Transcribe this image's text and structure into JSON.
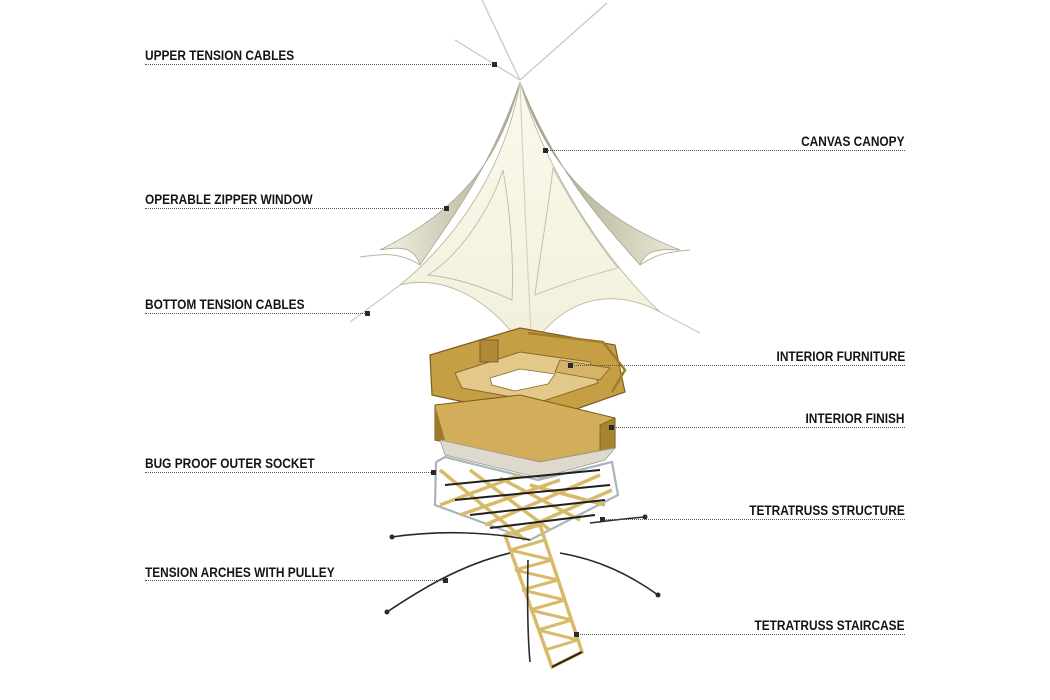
{
  "diagram": {
    "type": "exploded-axonometric",
    "subject": "Tree-house pavilion with canvas canopy on tetratruss base",
    "colors": {
      "canvas": "#f6f3e2",
      "canvas_shadow": "#a7a48e",
      "wood": "#c9a14a",
      "wood_dark": "#8c6b24",
      "wood_light": "#dfc07a",
      "socket": "#d6d3c8",
      "cable": "#2b2b2b",
      "leader": "#555555",
      "label_text": "#141414"
    }
  },
  "callouts": [
    {
      "id": "upper-tension-cables",
      "label": "UPPER TENSION CABLES",
      "side": "left"
    },
    {
      "id": "canvas-canopy",
      "label": "CANVAS CANOPY",
      "side": "right"
    },
    {
      "id": "operable-zipper-window",
      "label": "OPERABLE ZIPPER WINDOW",
      "side": "left"
    },
    {
      "id": "bottom-tension-cables",
      "label": "BOTTOM TENSION CABLES",
      "side": "left"
    },
    {
      "id": "interior-furniture",
      "label": "INTERIOR FURNITURE",
      "side": "right"
    },
    {
      "id": "interior-finish",
      "label": "INTERIOR FINISH",
      "side": "right"
    },
    {
      "id": "bug-proof-outer-socket",
      "label": "BUG PROOF OUTER SOCKET",
      "side": "left"
    },
    {
      "id": "tetratruss-structure",
      "label": "TETRATRUSS STRUCTURE",
      "side": "right"
    },
    {
      "id": "tension-arches-with-pulley",
      "label": "TENSION ARCHES WITH PULLEY",
      "side": "left"
    },
    {
      "id": "tetratruss-staircase",
      "label": "TETRATRUSS STAIRCASE",
      "side": "right"
    }
  ]
}
